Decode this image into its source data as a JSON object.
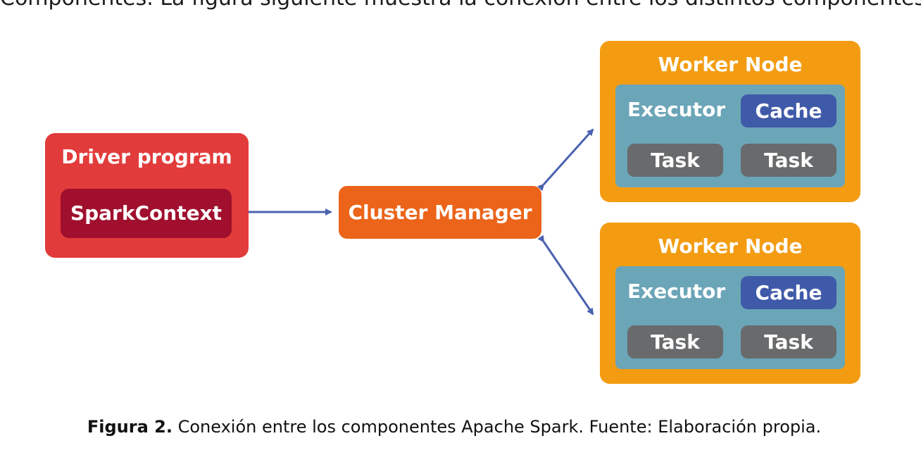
{
  "intro_text": "Componentes. La figura siguiente muestra la conexión entre los distintos componentes.",
  "driver": {
    "title": "Driver program",
    "context": "SparkContext"
  },
  "cluster_manager": {
    "label": "Cluster Manager"
  },
  "workers": [
    {
      "title": "Worker Node",
      "executor": "Executor",
      "cache": "Cache",
      "tasks": [
        "Task",
        "Task"
      ]
    },
    {
      "title": "Worker Node",
      "executor": "Executor",
      "cache": "Cache",
      "tasks": [
        "Task",
        "Task"
      ]
    }
  ],
  "caption": {
    "label": "Figura 2.",
    "text": " Conexión entre los componentes Apache Spark. Fuente: Elaboración propia."
  },
  "colors": {
    "driver": "#e23b3b",
    "spark_context": "#a0102e",
    "cluster_manager": "#eb6419",
    "worker": "#f39c12",
    "executor": "#6ba5b8",
    "cache": "#3f5aa8",
    "task": "#686a6c",
    "arrow": "#4a62b0"
  }
}
